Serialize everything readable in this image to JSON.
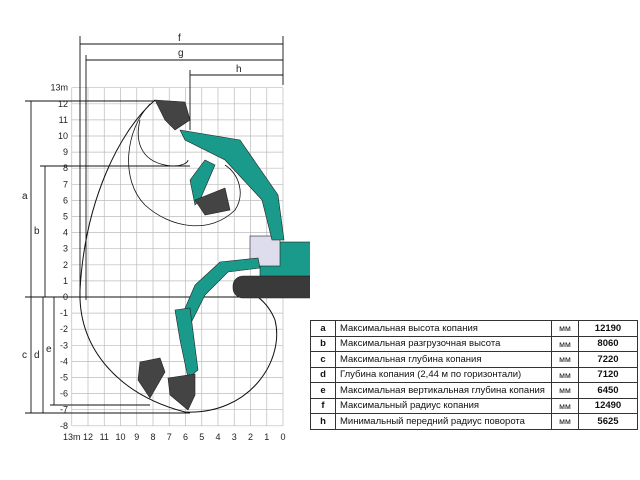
{
  "diagram": {
    "y_axis_labels": [
      "13m",
      "12",
      "11",
      "10",
      "9",
      "8",
      "7",
      "6",
      "5",
      "4",
      "3",
      "2",
      "1",
      "0",
      "-1",
      "-2",
      "-3",
      "-4",
      "-5",
      "-6",
      "-7",
      "-8"
    ],
    "x_axis_labels": [
      "13m",
      "12",
      "11",
      "10",
      "9",
      "8",
      "7",
      "6",
      "5",
      "4",
      "3",
      "2",
      "1",
      "0"
    ],
    "dimension_letters": {
      "f": "f",
      "g": "g",
      "h": "h",
      "a": "a",
      "b": "b",
      "c": "c",
      "d": "d",
      "e": "e"
    },
    "machine_color": "#1a9a8a"
  },
  "specs": {
    "rows": [
      {
        "key": "a",
        "label": "Максимальная высота копания",
        "unit": "мм",
        "value": "12190"
      },
      {
        "key": "b",
        "label": "Максимальная разгрузочная высота",
        "unit": "мм",
        "value": "8060"
      },
      {
        "key": "c",
        "label": "Максимальная глубина копания",
        "unit": "мм",
        "value": "7220"
      },
      {
        "key": "d",
        "label": "Глубина копания (2,44 м по горизонтали)",
        "unit": "мм",
        "value": "7120"
      },
      {
        "key": "e",
        "label": "Максимальная вертикальная глубина копания",
        "unit": "мм",
        "value": "6450"
      },
      {
        "key": "f",
        "label": "Максимальный радиус копания",
        "unit": "мм",
        "value": "12490"
      },
      {
        "key": "h",
        "label": "Минимальный передний радиус поворота",
        "unit": "мм",
        "value": "5625"
      }
    ]
  }
}
